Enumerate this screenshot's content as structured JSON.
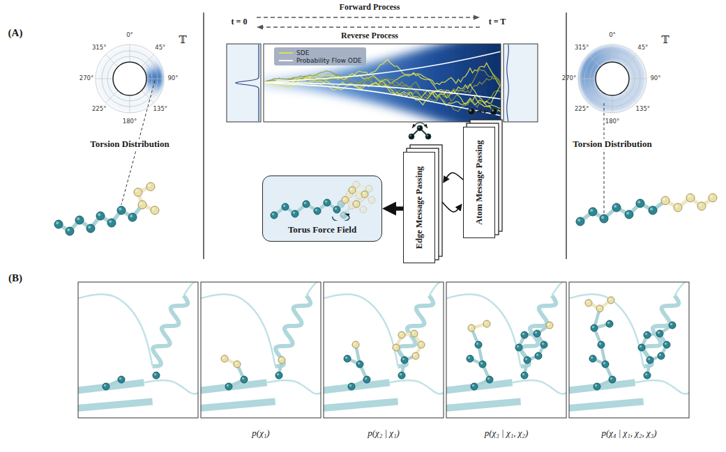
{
  "diagram": {
    "nodes": [
      {
        "text": [
          "Torus Force Field"
        ]
      },
      {
        "text": [
          "Edge Message Passing"
        ]
      },
      {
        "text": [
          "Atom Message Passing"
        ]
      }
    ],
    "edges": [
      {
        "from": 1,
        "to": 0,
        "arrow": "to"
      },
      {
        "from": 2,
        "to": 1,
        "arrow": "to"
      },
      {
        "from": 1,
        "to": 2,
        "arrow": "to"
      }
    ],
    "labels": [
      "(A)",
      "Forward Process",
      "Reverse Process",
      "t = 0",
      "t = T",
      "𝕋",
      "0°",
      "45°",
      "90°",
      "135°",
      "180°",
      "225°",
      "270°",
      "315°",
      "Torsion Distribution",
      "𝕋",
      "0°",
      "45°",
      "90°",
      "135°",
      "180°",
      "225°",
      "270°",
      "315°",
      "Torsion Distribution",
      "(B)",
      "p(χ₁)",
      "p(χ₂ | χ₁)",
      "p(χ₃ | χ₁, χ₂)",
      "p(χ₄ | χ₁, χ₂, χ₃)"
    ],
    "legend": [
      {
        "text": "SDE"
      },
      {
        "text": "Probability Flow ODE"
      }
    ]
  }
}
